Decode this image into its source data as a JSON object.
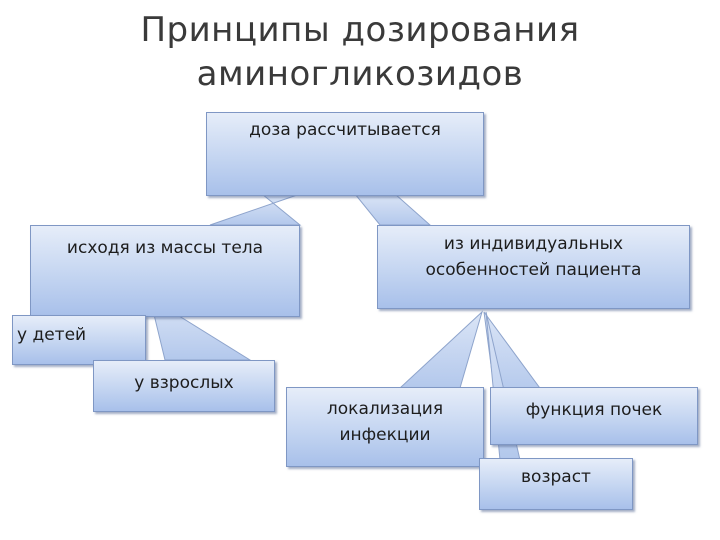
{
  "title": {
    "line1": "Принципы дозирования",
    "line2": "аминогликозидов"
  },
  "nodes": {
    "root": "доза рассчитывается",
    "by_mass": "исходя из массы тела",
    "individual": {
      "line1": "из индивидуальных",
      "line2": "особенностей пациента"
    },
    "children": "у детей",
    "adults": "у взрослых",
    "infection": {
      "line1": "локализация",
      "line2": "инфекции"
    },
    "kidney": "функция почек",
    "age": "возраст"
  },
  "colors": {
    "box_fill_top": "#e6edf9",
    "box_fill_bottom": "#a8c0ea",
    "box_border": "#7f97c4",
    "title_text": "#3a3a3a"
  }
}
